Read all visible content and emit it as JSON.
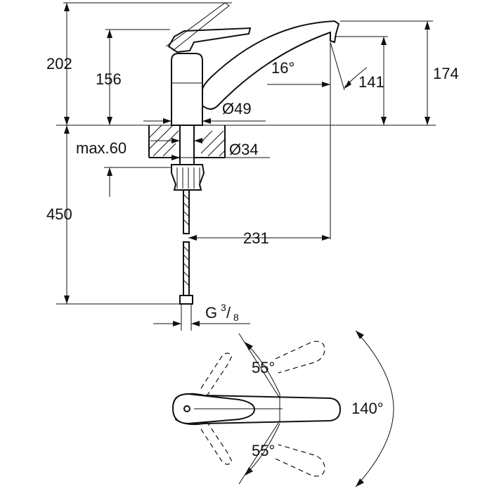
{
  "dimensions": {
    "height_total": "202",
    "height_lever_base": "156",
    "spout_angle": "16°",
    "spout_outlet_height": "141",
    "height_spout_top": "174",
    "base_diameter": "Ø49",
    "max_thickness": "max.60",
    "hole_diameter": "Ø34",
    "hose_length": "450",
    "spout_reach": "231",
    "connection_thread": "G",
    "thread_num": "3",
    "thread_den": "8",
    "swivel_upper": "55°",
    "swivel_lower": "55°",
    "swivel_total": "140°"
  }
}
